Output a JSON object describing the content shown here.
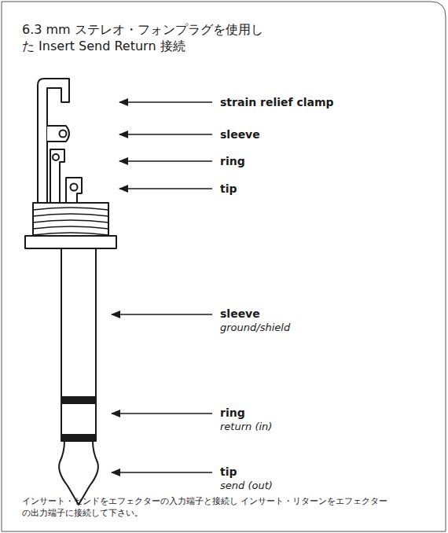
{
  "diagram": {
    "title": "6.3 mm ステレオ・フォンプラグを使用した Insert Send Return 接続",
    "caption": "インサート・センドをエフェクターの入力端子と接続し インサート・リターンをエフェクターの出力端子に接続して下さい。",
    "labels": [
      "strain relief clamp",
      "sleeve",
      "ring",
      "tip",
      "sleeve",
      "ground/shield",
      "ring",
      "return (in)",
      "tip",
      "send (out)"
    ]
  }
}
